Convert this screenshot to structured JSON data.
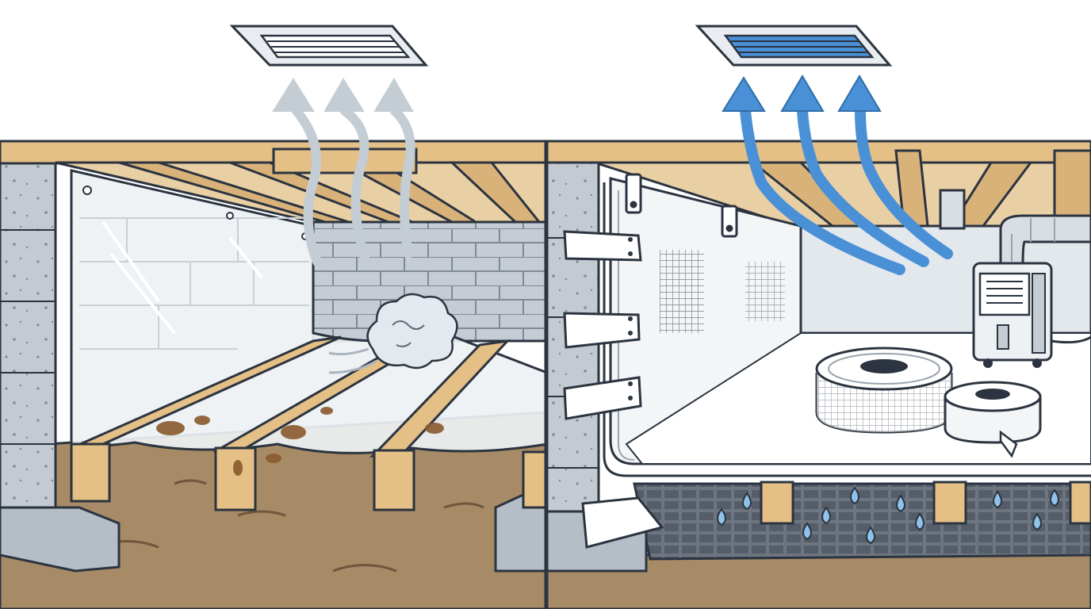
{
  "scene": {
    "left_panel": {
      "state": "unsealed crawl space",
      "elements": [
        "ceiling-vent",
        "grey-airflow-arrows",
        "loose-plastic-sheeting",
        "exposed-block-wall",
        "moldy-floor-joists",
        "dust-cloud",
        "bare-dirt-floor"
      ]
    },
    "right_panel": {
      "state": "encapsulated crawl space",
      "elements": [
        "ceiling-vent",
        "blue-airflow-arrows",
        "sealed-white-liner",
        "wall-fastening-strips",
        "dehumidifier",
        "duct-pipe",
        "seam-tape-rolls",
        "drainage-mat",
        "water-droplets"
      ]
    }
  },
  "colors": {
    "outline": "#2b3440",
    "wood": "#e4bf86",
    "wood_dark": "#c8995a",
    "block": "#c5ccd4",
    "block_dark": "#9aa4ae",
    "dirt": "#a78a66",
    "mold": "#8a5a2e",
    "liner": "#f3f5f7",
    "airflow_grey": "#c4cdd4",
    "airflow_blue": "#4a90d6",
    "water": "#8ec3ea",
    "mat": "#5d6570"
  }
}
